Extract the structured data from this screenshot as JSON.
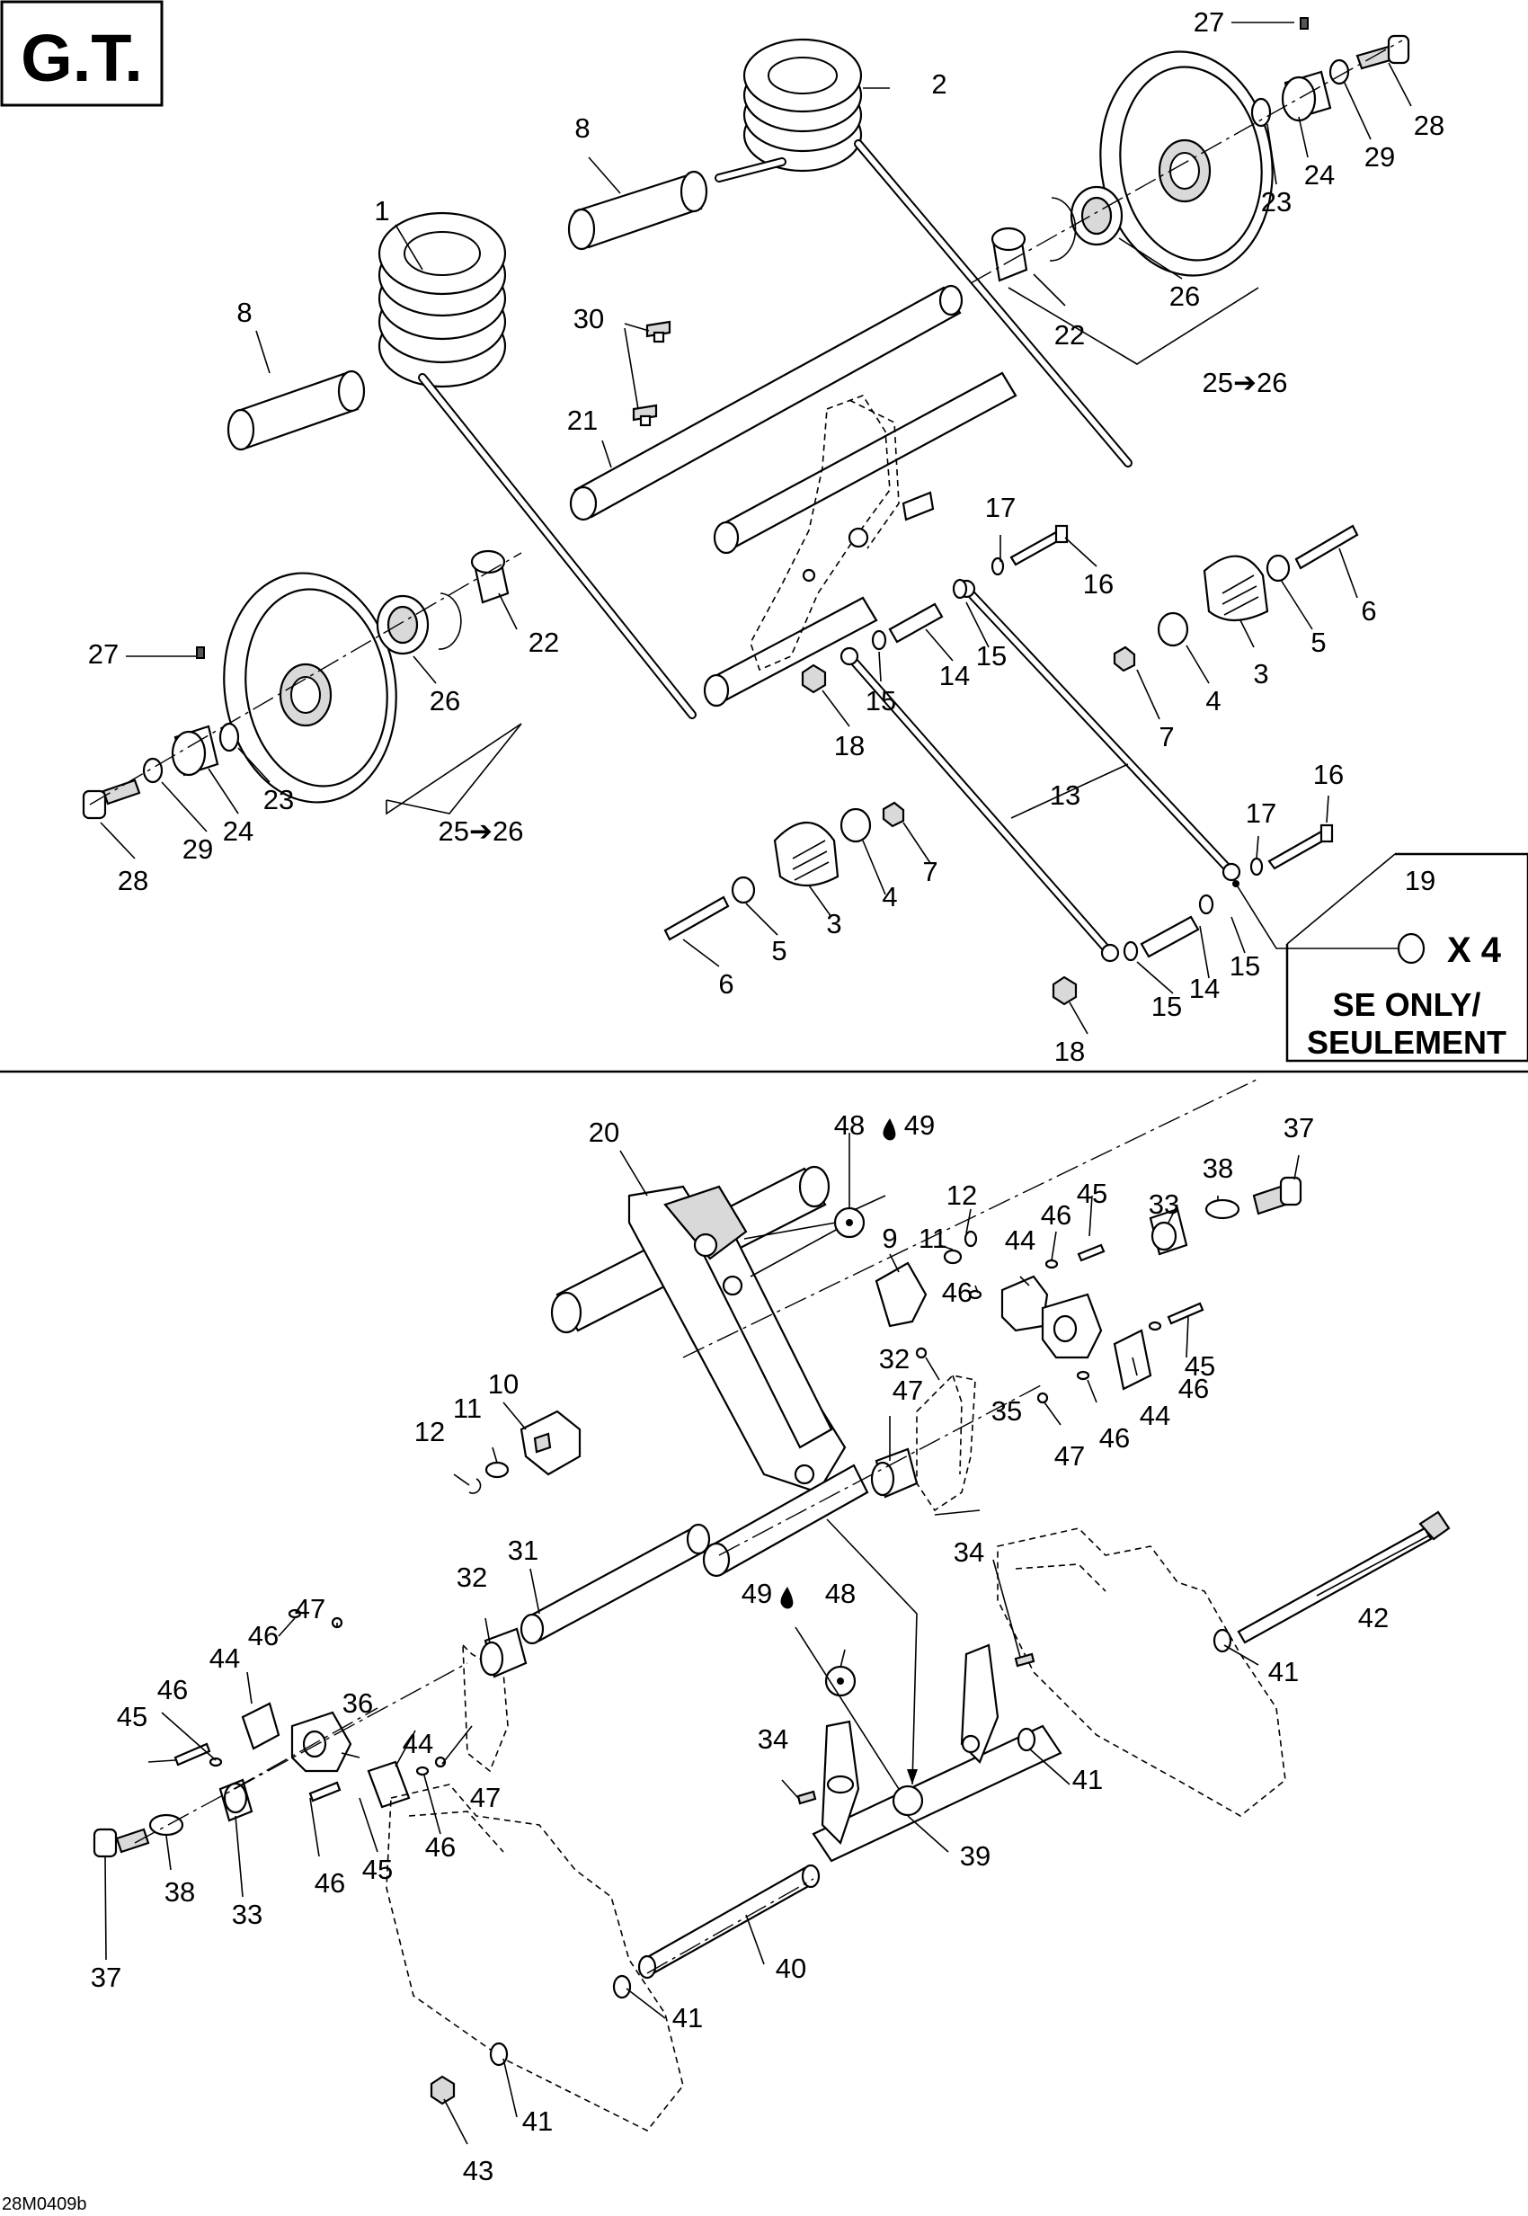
{
  "title": "G.T.",
  "reference_code": "28M0409b",
  "se_note": {
    "part": "19",
    "quantity": "X 4",
    "line1": "SE ONLY/",
    "line2": "SEULEMENT"
  },
  "callouts_top": [
    {
      "id": "c-t-1",
      "text": "1"
    },
    {
      "id": "c-t-2",
      "text": "2"
    },
    {
      "id": "c-t-8a",
      "text": "8"
    },
    {
      "id": "c-t-8b",
      "text": "8"
    },
    {
      "id": "c-t-27a",
      "text": "27"
    },
    {
      "id": "c-t-28a",
      "text": "28"
    },
    {
      "id": "c-t-29a",
      "text": "29"
    },
    {
      "id": "c-t-23a",
      "text": "23"
    },
    {
      "id": "c-t-24a",
      "text": "24"
    },
    {
      "id": "c-t-26a",
      "text": "26"
    },
    {
      "id": "c-t-22a",
      "text": "22"
    },
    {
      "id": "c-t-2526a",
      "text": "25➔26"
    },
    {
      "id": "c-t-30",
      "text": "30"
    },
    {
      "id": "c-t-21",
      "text": "21"
    },
    {
      "id": "c-t-17a",
      "text": "17"
    },
    {
      "id": "c-t-16a",
      "text": "16"
    },
    {
      "id": "c-t-6a",
      "text": "6"
    },
    {
      "id": "c-t-5a",
      "text": "5"
    },
    {
      "id": "c-t-3a",
      "text": "3"
    },
    {
      "id": "c-t-4a",
      "text": "4"
    },
    {
      "id": "c-t-7a",
      "text": "7"
    },
    {
      "id": "c-t-15a",
      "text": "15"
    },
    {
      "id": "c-t-14a",
      "text": "14"
    },
    {
      "id": "c-t-15b",
      "text": "15"
    },
    {
      "id": "c-t-18a",
      "text": "18"
    },
    {
      "id": "c-t-27b",
      "text": "27"
    },
    {
      "id": "c-t-22b",
      "text": "22"
    },
    {
      "id": "c-t-26b",
      "text": "26"
    },
    {
      "id": "c-t-23b",
      "text": "23"
    },
    {
      "id": "c-t-24b",
      "text": "24"
    },
    {
      "id": "c-t-29b",
      "text": "29"
    },
    {
      "id": "c-t-28b",
      "text": "28"
    },
    {
      "id": "c-t-2526b",
      "text": "25➔26"
    },
    {
      "id": "c-t-13",
      "text": "13"
    },
    {
      "id": "c-t-16b",
      "text": "16"
    },
    {
      "id": "c-t-17b",
      "text": "17"
    },
    {
      "id": "c-t-7b",
      "text": "7"
    },
    {
      "id": "c-t-4b",
      "text": "4"
    },
    {
      "id": "c-t-3b",
      "text": "3"
    },
    {
      "id": "c-t-5b",
      "text": "5"
    },
    {
      "id": "c-t-6b",
      "text": "6"
    },
    {
      "id": "c-t-15c",
      "text": "15"
    },
    {
      "id": "c-t-14b",
      "text": "14"
    },
    {
      "id": "c-t-15d",
      "text": "15"
    },
    {
      "id": "c-t-18b",
      "text": "18"
    }
  ],
  "callouts_bottom": [
    {
      "id": "c-b-20",
      "text": "20"
    },
    {
      "id": "c-b-48a",
      "text": "48"
    },
    {
      "id": "c-b-49a",
      "text": "49"
    },
    {
      "id": "c-b-37a",
      "text": "37"
    },
    {
      "id": "c-b-38a",
      "text": "38"
    },
    {
      "id": "c-b-33a",
      "text": "33"
    },
    {
      "id": "c-b-45a",
      "text": "45"
    },
    {
      "id": "c-b-46a",
      "text": "46"
    },
    {
      "id": "c-b-12a",
      "text": "12"
    },
    {
      "id": "c-b-11a",
      "text": "11"
    },
    {
      "id": "c-b-9",
      "text": "9"
    },
    {
      "id": "c-b-44a",
      "text": "44"
    },
    {
      "id": "c-b-46b",
      "text": "46"
    },
    {
      "id": "c-b-45b",
      "text": "45"
    },
    {
      "id": "c-b-46c",
      "text": "46"
    },
    {
      "id": "c-b-44b",
      "text": "44"
    },
    {
      "id": "c-b-46d",
      "text": "46"
    },
    {
      "id": "c-b-47a",
      "text": "47"
    },
    {
      "id": "c-b-35",
      "text": "35"
    },
    {
      "id": "c-b-47b",
      "text": "47"
    },
    {
      "id": "c-b-32a",
      "text": "32"
    },
    {
      "id": "c-b-10",
      "text": "10"
    },
    {
      "id": "c-b-12b",
      "text": "12"
    },
    {
      "id": "c-b-11b",
      "text": "11"
    },
    {
      "id": "c-b-31",
      "text": "31"
    },
    {
      "id": "c-b-32b",
      "text": "32"
    },
    {
      "id": "c-b-47c",
      "text": "47"
    },
    {
      "id": "c-b-46e",
      "text": "46"
    },
    {
      "id": "c-b-44c",
      "text": "44"
    },
    {
      "id": "c-b-46f",
      "text": "46"
    },
    {
      "id": "c-b-45c",
      "text": "45"
    },
    {
      "id": "c-b-36",
      "text": "36"
    },
    {
      "id": "c-b-44d",
      "text": "44"
    },
    {
      "id": "c-b-47d",
      "text": "47"
    },
    {
      "id": "c-b-46g",
      "text": "46"
    },
    {
      "id": "c-b-45d",
      "text": "45"
    },
    {
      "id": "c-b-46h",
      "text": "46"
    },
    {
      "id": "c-b-38b",
      "text": "38"
    },
    {
      "id": "c-b-33b",
      "text": "33"
    },
    {
      "id": "c-b-37b",
      "text": "37"
    },
    {
      "id": "c-b-49b",
      "text": "49"
    },
    {
      "id": "c-b-48b",
      "text": "48"
    },
    {
      "id": "c-b-34a",
      "text": "34"
    },
    {
      "id": "c-b-34b",
      "text": "34"
    },
    {
      "id": "c-b-42",
      "text": "42"
    },
    {
      "id": "c-b-41a",
      "text": "41"
    },
    {
      "id": "c-b-41b",
      "text": "41"
    },
    {
      "id": "c-b-39",
      "text": "39"
    },
    {
      "id": "c-b-40",
      "text": "40"
    },
    {
      "id": "c-b-41c",
      "text": "41"
    },
    {
      "id": "c-b-41d",
      "text": "41"
    },
    {
      "id": "c-b-43",
      "text": "43"
    }
  ]
}
